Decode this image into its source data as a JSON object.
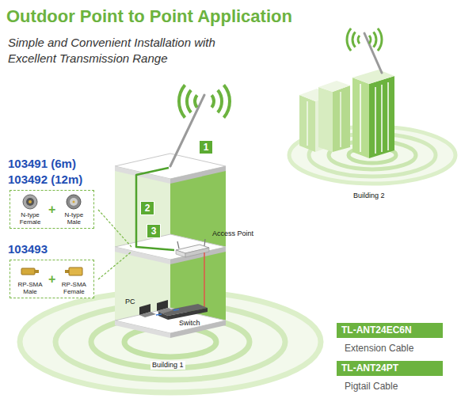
{
  "diagram": {
    "title": "Outdoor Point to Point Application",
    "nodes": [
      {
        "text": [
          "1"
        ]
      },
      {
        "text": [
          "N-type Female",
          "+",
          "N-type Male"
        ]
      },
      {
        "text": [
          "2"
        ]
      },
      {
        "text": [
          "3"
        ]
      },
      {
        "text": [
          "RP-SMA Male",
          "+",
          "RP-SMA Female"
        ]
      },
      {
        "text": [
          "TL-ANT24EC6N",
          "Extension Cable"
        ]
      },
      {
        "text": [
          "TL-ANT24PT",
          "Pigtail Cable"
        ]
      }
    ],
    "labels": [
      "Simple and Convenient Installation with Excellent Transmission Range",
      "103491 (6m)",
      "103492 (12m)",
      "103493",
      "Access Point",
      "PC",
      "Switch",
      "Building 1",
      "Building 2"
    ]
  }
}
